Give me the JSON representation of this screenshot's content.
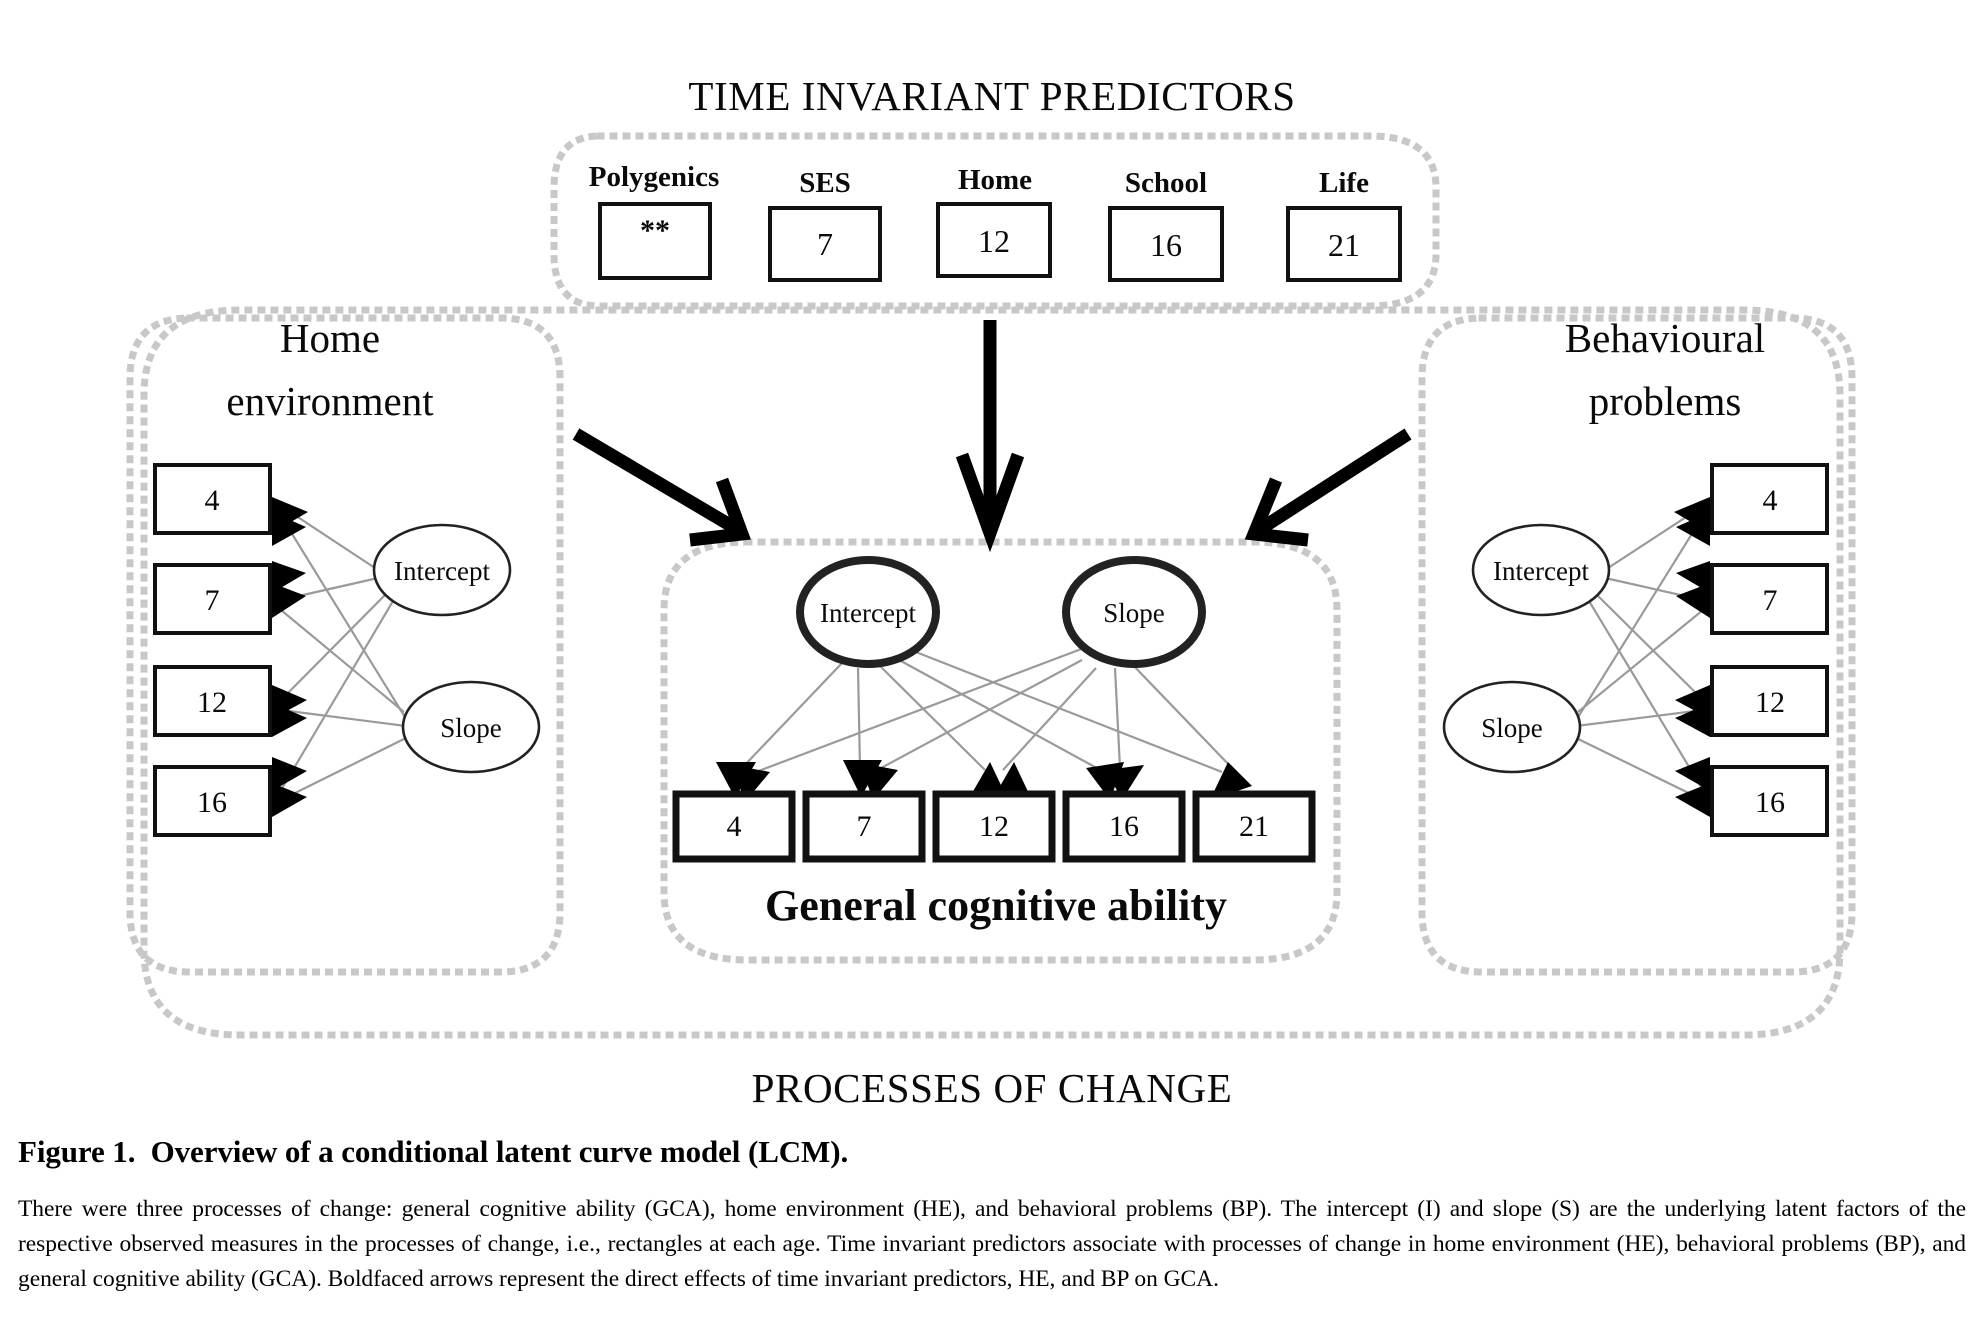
{
  "figure": {
    "top_section_title": "TIME INVARIANT PREDICTORS",
    "bottom_section_title": "PROCESSES OF CHANGE"
  },
  "time_invariant_predictors": {
    "items": [
      {
        "label": "Polygenics",
        "value": "**"
      },
      {
        "label": "SES",
        "value": "7"
      },
      {
        "label": "Home",
        "value": "12"
      },
      {
        "label": "School",
        "value": "16"
      },
      {
        "label": "Life",
        "value": "21"
      }
    ]
  },
  "panels": {
    "home_environment": {
      "title_line1": "Home",
      "title_line2": "environment",
      "latents": [
        {
          "name": "Intercept"
        },
        {
          "name": "Slope"
        }
      ],
      "indicators": [
        {
          "value": "4"
        },
        {
          "value": "7"
        },
        {
          "value": "12"
        },
        {
          "value": "16"
        }
      ]
    },
    "general_cognitive_ability": {
      "title": "General cognitive ability",
      "latents": [
        {
          "name": "Intercept"
        },
        {
          "name": "Slope"
        }
      ],
      "indicators": [
        {
          "value": "4"
        },
        {
          "value": "7"
        },
        {
          "value": "12"
        },
        {
          "value": "16"
        },
        {
          "value": "21"
        }
      ]
    },
    "behavioural_problems": {
      "title_line1": "Behavioural",
      "title_line2": "problems",
      "latents": [
        {
          "name": "Intercept"
        },
        {
          "name": "Slope"
        }
      ],
      "indicators": [
        {
          "value": "4"
        },
        {
          "value": "7"
        },
        {
          "value": "12"
        },
        {
          "value": "16"
        }
      ]
    }
  },
  "caption": {
    "title": "Figure 1.  Overview of a conditional latent curve model (LCM).",
    "body": "There were three processes of change: general cognitive ability (GCA), home environment (HE), and behavioral problems (BP). The intercept (I) and slope (S) are the underlying latent factors of the respective observed measures in the processes of change, i.e., rectangles at each age. Time invariant predictors associate with processes of change in home environment (HE), behavioral problems (BP), and general cognitive ability (GCA). Boldfaced arrows represent the direct effects of time invariant predictors, HE, and BP on GCA."
  },
  "colors": {
    "ink": "#000000",
    "dotted_border": "#c8c8c8",
    "thin_path": "#9a9a9a",
    "background": "#ffffff"
  }
}
